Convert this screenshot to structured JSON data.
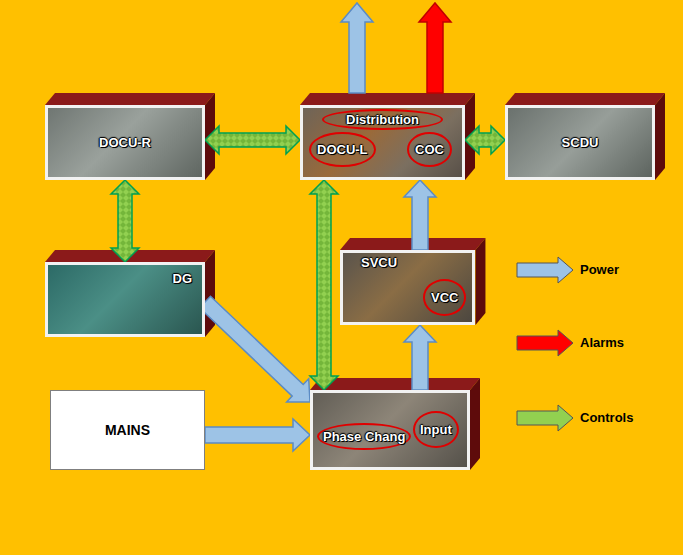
{
  "diagram": {
    "nodes": [
      {
        "text": [
          "DOCU-R"
        ]
      },
      {
        "text": [
          "Distribution",
          "DOCU-L",
          "COC"
        ]
      },
      {
        "text": [
          "SCDU"
        ]
      },
      {
        "text": [
          "DG"
        ]
      },
      {
        "text": [
          "SVCU",
          "VCC"
        ]
      },
      {
        "text": [
          "MAINS"
        ]
      },
      {
        "text": [
          "Phase Chang",
          "Input"
        ]
      }
    ],
    "edges": [
      {
        "from": 0,
        "to": 1,
        "arrow": "both"
      },
      {
        "from": 1,
        "to": 2,
        "arrow": "both"
      },
      {
        "from": 0,
        "to": 3,
        "arrow": "both"
      },
      {
        "from": 1,
        "to": 6,
        "arrow": "both"
      },
      {
        "from": 3,
        "to": 6,
        "arrow": "to"
      },
      {
        "from": 5,
        "to": 6,
        "arrow": "to"
      },
      {
        "from": 6,
        "to": 4,
        "arrow": "to"
      },
      {
        "from": 4,
        "to": 1,
        "arrow": "to"
      }
    ],
    "legend": [
      {
        "text": "Power",
        "color": "#9DC3E6"
      },
      {
        "text": "Alarms",
        "color": "#FF0000"
      },
      {
        "text": "Controls",
        "color": "#92D050"
      }
    ]
  }
}
